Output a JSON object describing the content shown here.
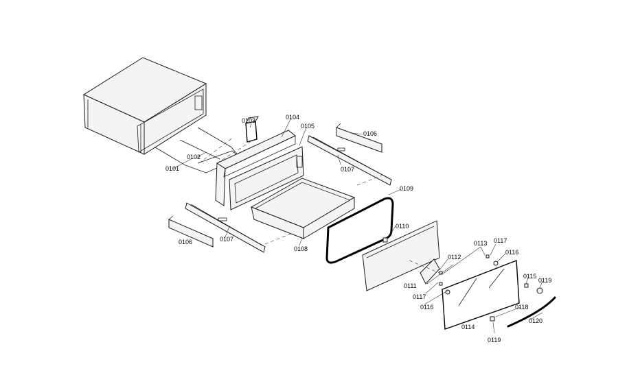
{
  "labels": {
    "l0101": "0101",
    "l0102": "0102",
    "l0103": "0103",
    "l0104": "0104",
    "l0105": "0105",
    "l0106a": "0106",
    "l0106b": "0106",
    "l0107a": "0107",
    "l0107b": "0107",
    "l0108": "0108",
    "l0109": "0109",
    "l0110": "0110",
    "l0111": "0111",
    "l0112": "0112",
    "l0113": "0113",
    "l0114": "0114",
    "l0115": "0115",
    "l0116a": "0116",
    "l0116b": "0116",
    "l0117a": "0117",
    "l0117b": "0117",
    "l0118": "0118",
    "l0119a": "0119",
    "l0119b": "0119",
    "l0120": "0120"
  }
}
